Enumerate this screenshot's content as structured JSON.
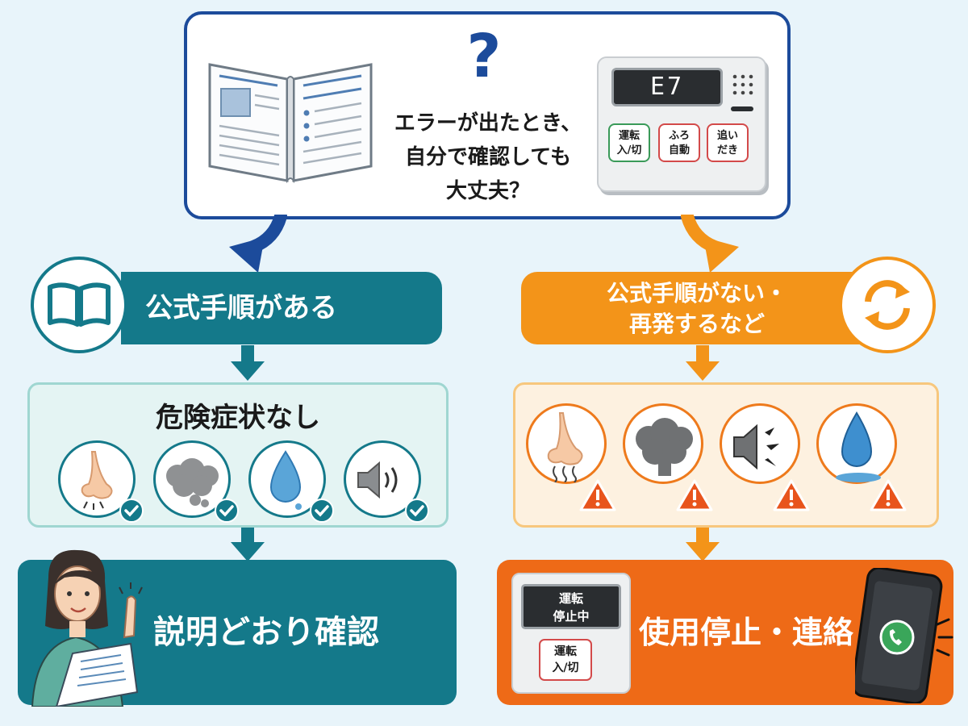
{
  "question": {
    "lines": [
      "エラーが出たとき、",
      "自分で確認しても",
      "大丈夫？"
    ],
    "mark": "?"
  },
  "remote": {
    "display": "E7",
    "buttons": [
      {
        "label": "運転\n入/切"
      },
      {
        "label": "ふろ\n自動"
      },
      {
        "label": "追い\nだき"
      }
    ]
  },
  "left": {
    "header": "公式手順がある",
    "symptom_title": "危険症状なし",
    "symptoms": [
      "nose-icon",
      "smoke-icon",
      "water-drop-icon",
      "speaker-icon"
    ],
    "action": "説明どおり確認"
  },
  "right": {
    "header_lines": [
      "公式手順がない・",
      "再発するなど"
    ],
    "symptoms": [
      "nose-icon",
      "smoke-icon",
      "speaker-icon",
      "water-drop-icon"
    ],
    "action": "使用停止・連絡",
    "stop_display": [
      "運転",
      "停止中"
    ],
    "stop_button": [
      "運転",
      "入/切"
    ]
  },
  "colors": {
    "navy": "#1c4b9b",
    "teal": "#14798a",
    "orange": "#f39419",
    "deep_orange": "#ee6a17",
    "warning_red": "#e8541c"
  }
}
